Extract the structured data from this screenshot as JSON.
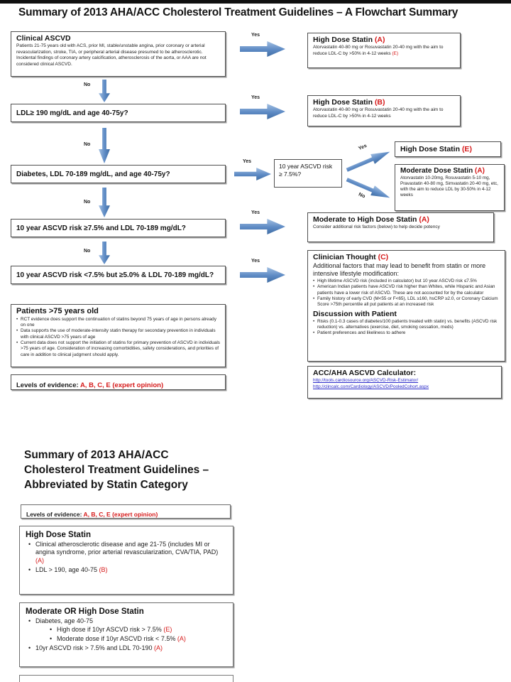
{
  "colors": {
    "accent_red": "#d61a1a",
    "arrow_blue": "#4f81bd",
    "link_blue": "#2a2ac8"
  },
  "labels": {
    "yes": "Yes",
    "no": "No"
  },
  "slide1": {
    "title": "Summary of 2013 AHA/ACC Cholesterol Treatment Guidelines – A Flowchart Summary",
    "left": {
      "clinical": {
        "title": "Clinical ASCVD",
        "body": "Patients 21-75 years old with ACS, prior MI, stable/unstable angina, prior coronary or arterial revascularization, stroke, TIA, or peripheral arterial disease presumed to be atherosclerotic. Incidental findings of coronary artery calcification, atherosclerosis of the aorta, or AAA are not considered clinical ASCVD."
      },
      "ldl190": "LDL≥ 190 mg/dL and age 40-75y?",
      "diabetes": "Diabetes, LDL 70-189 mg/dL, and age 40-75y?",
      "risk75": "10 year ASCVD risk ≥7.5% and LDL 70-189 mg/dL?",
      "risk5": "10 year ASCVD risk <7.5% but ≥5.0% & LDL 70-189 mg/dL?",
      "patients75": {
        "title": "Patients >75 years old",
        "bullets": [
          "RCT evidence does support the continuation of statins beyond 75 years of age in persons already on one",
          "Data supports the use of moderate-intensity statin therapy for secondary prevention in individuals with clinical ASCVD >75 years of age",
          "Current data does not support the initiation of statins for primary prevention of ASCVD in individuals >75 years of age. Consideration of increasing comorbidities, safety considerations, and priorities of care in addition to clinical judgment should apply."
        ]
      },
      "levels": {
        "prefix": "Levels of evidence: ",
        "grades": "A, B, C, E (expert opinion)"
      }
    },
    "decision": {
      "text": "10 year ASCVD risk ≥ 7.5%?"
    },
    "right": {
      "hdsA": {
        "title": "High Dose Statin ",
        "grade": "(A)",
        "body": "Atorvastatin 40-80 mg or Rosuvastatin 20-40 mg with the aim to reduce LDL-C by >50% in 4-12 weeks  ",
        "suffix": "(E)"
      },
      "hdsB": {
        "title": "High Dose Statin ",
        "grade": "(B)",
        "body": "Atorvastatin 40-80 mg or Rosuvastatin 20-40 mg with the aim to reduce LDL-C by >50% in 4-12 weeks"
      },
      "hdsE": {
        "title": "High Dose Statin ",
        "grade": "(E)"
      },
      "mdsA": {
        "title": "Moderate Dose Statin ",
        "grade": "(A)",
        "body": "Atorvastatin 10-20mg, Rosuvastatin 5-10 mg, Pravastatin 40-80 mg, Simvastatin 20-40 mg, etc, with the aim to reduce LDL by 30-50% in 4-12 weeks"
      },
      "mhds": {
        "title": "Moderate to High Dose Statin ",
        "grade": "(A)",
        "body": "Consider additional risk factors (below) to help decide potency"
      },
      "clinician": {
        "title": "Clinician Thought ",
        "grade": "(C)",
        "subtitle": "Additional factors that may lead to benefit from statin or more intensive lifestyle modification:",
        "bullets": [
          "High lifetime ASCVD risk (included in calculator) but 10 year ASCVD risk ≤7.5%",
          "American Indian patients have ASCVD risk higher than Whites, while Hispanic and Asian patients have a lower risk of ASCVD. These are not accounted for by the calculator",
          "Family history of early CVD (M<55 or F<65), LDL ≥160, hsCRP ≥2.0, or Coronary Calcium Score >75th percentile all put patients at an increased risk"
        ],
        "discussion_title": "Discussion with Patient",
        "discussion_bullets": [
          "Risks (0.1-0.3 cases of diabetes/100 patients treated with statin) vs. benefits (ASCVD risk reduction) vs. alternatives (exercise, diet, smoking cessation, meds)",
          "Patient preferences and likeliness to adhere"
        ]
      },
      "calculator": {
        "title": "ACC/AHA ASCVD Calculator:",
        "links": [
          "http://tools.cardiosource.org/ASCVD-Risk-Estimator/",
          "http://clincalc.com/Cardiology/ASCVD/PooledCohort.aspx"
        ]
      }
    }
  },
  "slide2": {
    "title_lines": [
      "Summary of 2013 AHA/ACC",
      "Cholesterol Treatment Guidelines –",
      "Abbreviated by Statin Category"
    ],
    "levels": {
      "prefix": "Levels of evidence: ",
      "grades": "A, B, C, E (expert opinion)"
    },
    "high_dose": {
      "title": "High Dose Statin",
      "bullet1_text": "Clinical atherosclerotic disease and age 21-75 (includes MI or angina syndrome, prior arterial revascularization, CVA/TIA, PAD) ",
      "bullet1_grade": "(A)",
      "bullet2_text": "LDL > 190, age 40-75 ",
      "bullet2_grade": "(B)"
    },
    "mod_or_high": {
      "title": "Moderate OR High Dose Statin",
      "bullet1_text": "Diabetes, age 40-75",
      "sub1_text": "High dose if 10yr ASCVD risk > 7.5% ",
      "sub1_grade": "(E)",
      "sub2_text": "Moderate dose if 10yr ASCVD risk < 7.5% ",
      "sub2_grade": "(A)",
      "bullet2_text": "10yr ASCVD risk > 7.5% and LDL 70-190 ",
      "bullet2_grade": "(A)"
    }
  }
}
